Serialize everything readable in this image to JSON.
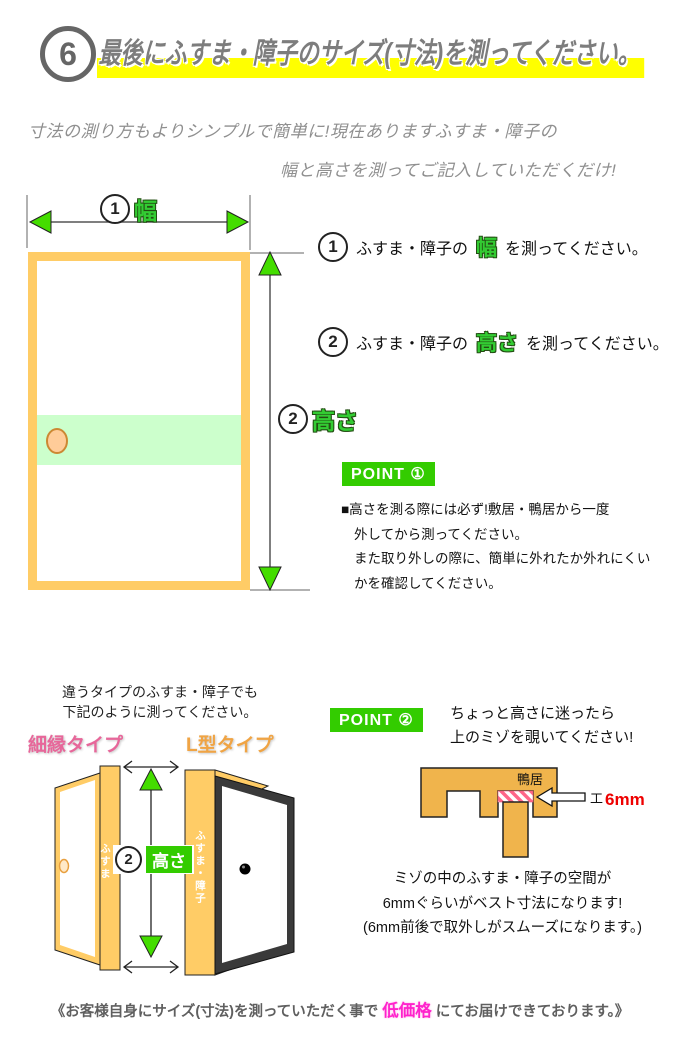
{
  "header": {
    "number": "6",
    "title": "最後にふすま・障子のサイズ(寸法)を測ってください。"
  },
  "intro": {
    "line1": "寸法の測り方もよりシンプルで簡単に!現在ありますふすま・障子の",
    "line2": "幅と高さを測ってご記入していただくだけ!"
  },
  "diagram": {
    "width_num": "1",
    "width_label": "幅",
    "height_num": "2",
    "height_label": "高さ"
  },
  "steps": [
    {
      "num": "1",
      "pre": "ふすま・障子の",
      "keyword": "幅",
      "post": "を測ってください。"
    },
    {
      "num": "2",
      "pre": "ふすま・障子の",
      "keyword": "高さ",
      "post": "を測ってください。"
    }
  ],
  "point1": {
    "title": "POINT ①",
    "lines": [
      "■高さを測る際には必ず!敷居・鴨居から一度",
      "外してから測ってください。",
      "また取り外しの際に、簡単に外れたか外れにくい",
      "かを確認してください。"
    ]
  },
  "other_types": {
    "intro1": "違うタイプのふすま・障子でも",
    "intro2": "下記のように測ってください。",
    "type1": "細縁タイプ",
    "type2": "L型タイプ",
    "door1_label": "ふすま",
    "door2_label": "ふすま・障子",
    "height_num": "2",
    "height_label": "高さ"
  },
  "point2": {
    "title": "POINT ②",
    "lines": [
      "ちょっと高さに迷ったら",
      "上のミゾを覗いてください!"
    ],
    "kamoi": "鴨居",
    "gap_mark": "工",
    "gap": "6mm",
    "notes": [
      "ミゾの中のふすま・障子の空間が",
      "6mmぐらいがベスト寸法になります!",
      "(6mm前後で取外しがスムーズになります。)"
    ]
  },
  "footer": {
    "pre": "《お客様自身にサイズ(寸法)を測っていただく事で ",
    "highlight": "低価格",
    "post": " にてお届けできております。》"
  },
  "colors": {
    "accent_green": "#33CC00",
    "text_green": "#33CC33",
    "frame_orange": "#FFCC66",
    "kamoi_orange": "#F0B44C",
    "hatch_pink": "#FF6688",
    "pink_label": "#E7679A",
    "orange_label": "#F0A444",
    "gap_red": "#EE0000",
    "price_magenta": "#FF22CC",
    "highlight_yellow": "#FFFF00"
  }
}
